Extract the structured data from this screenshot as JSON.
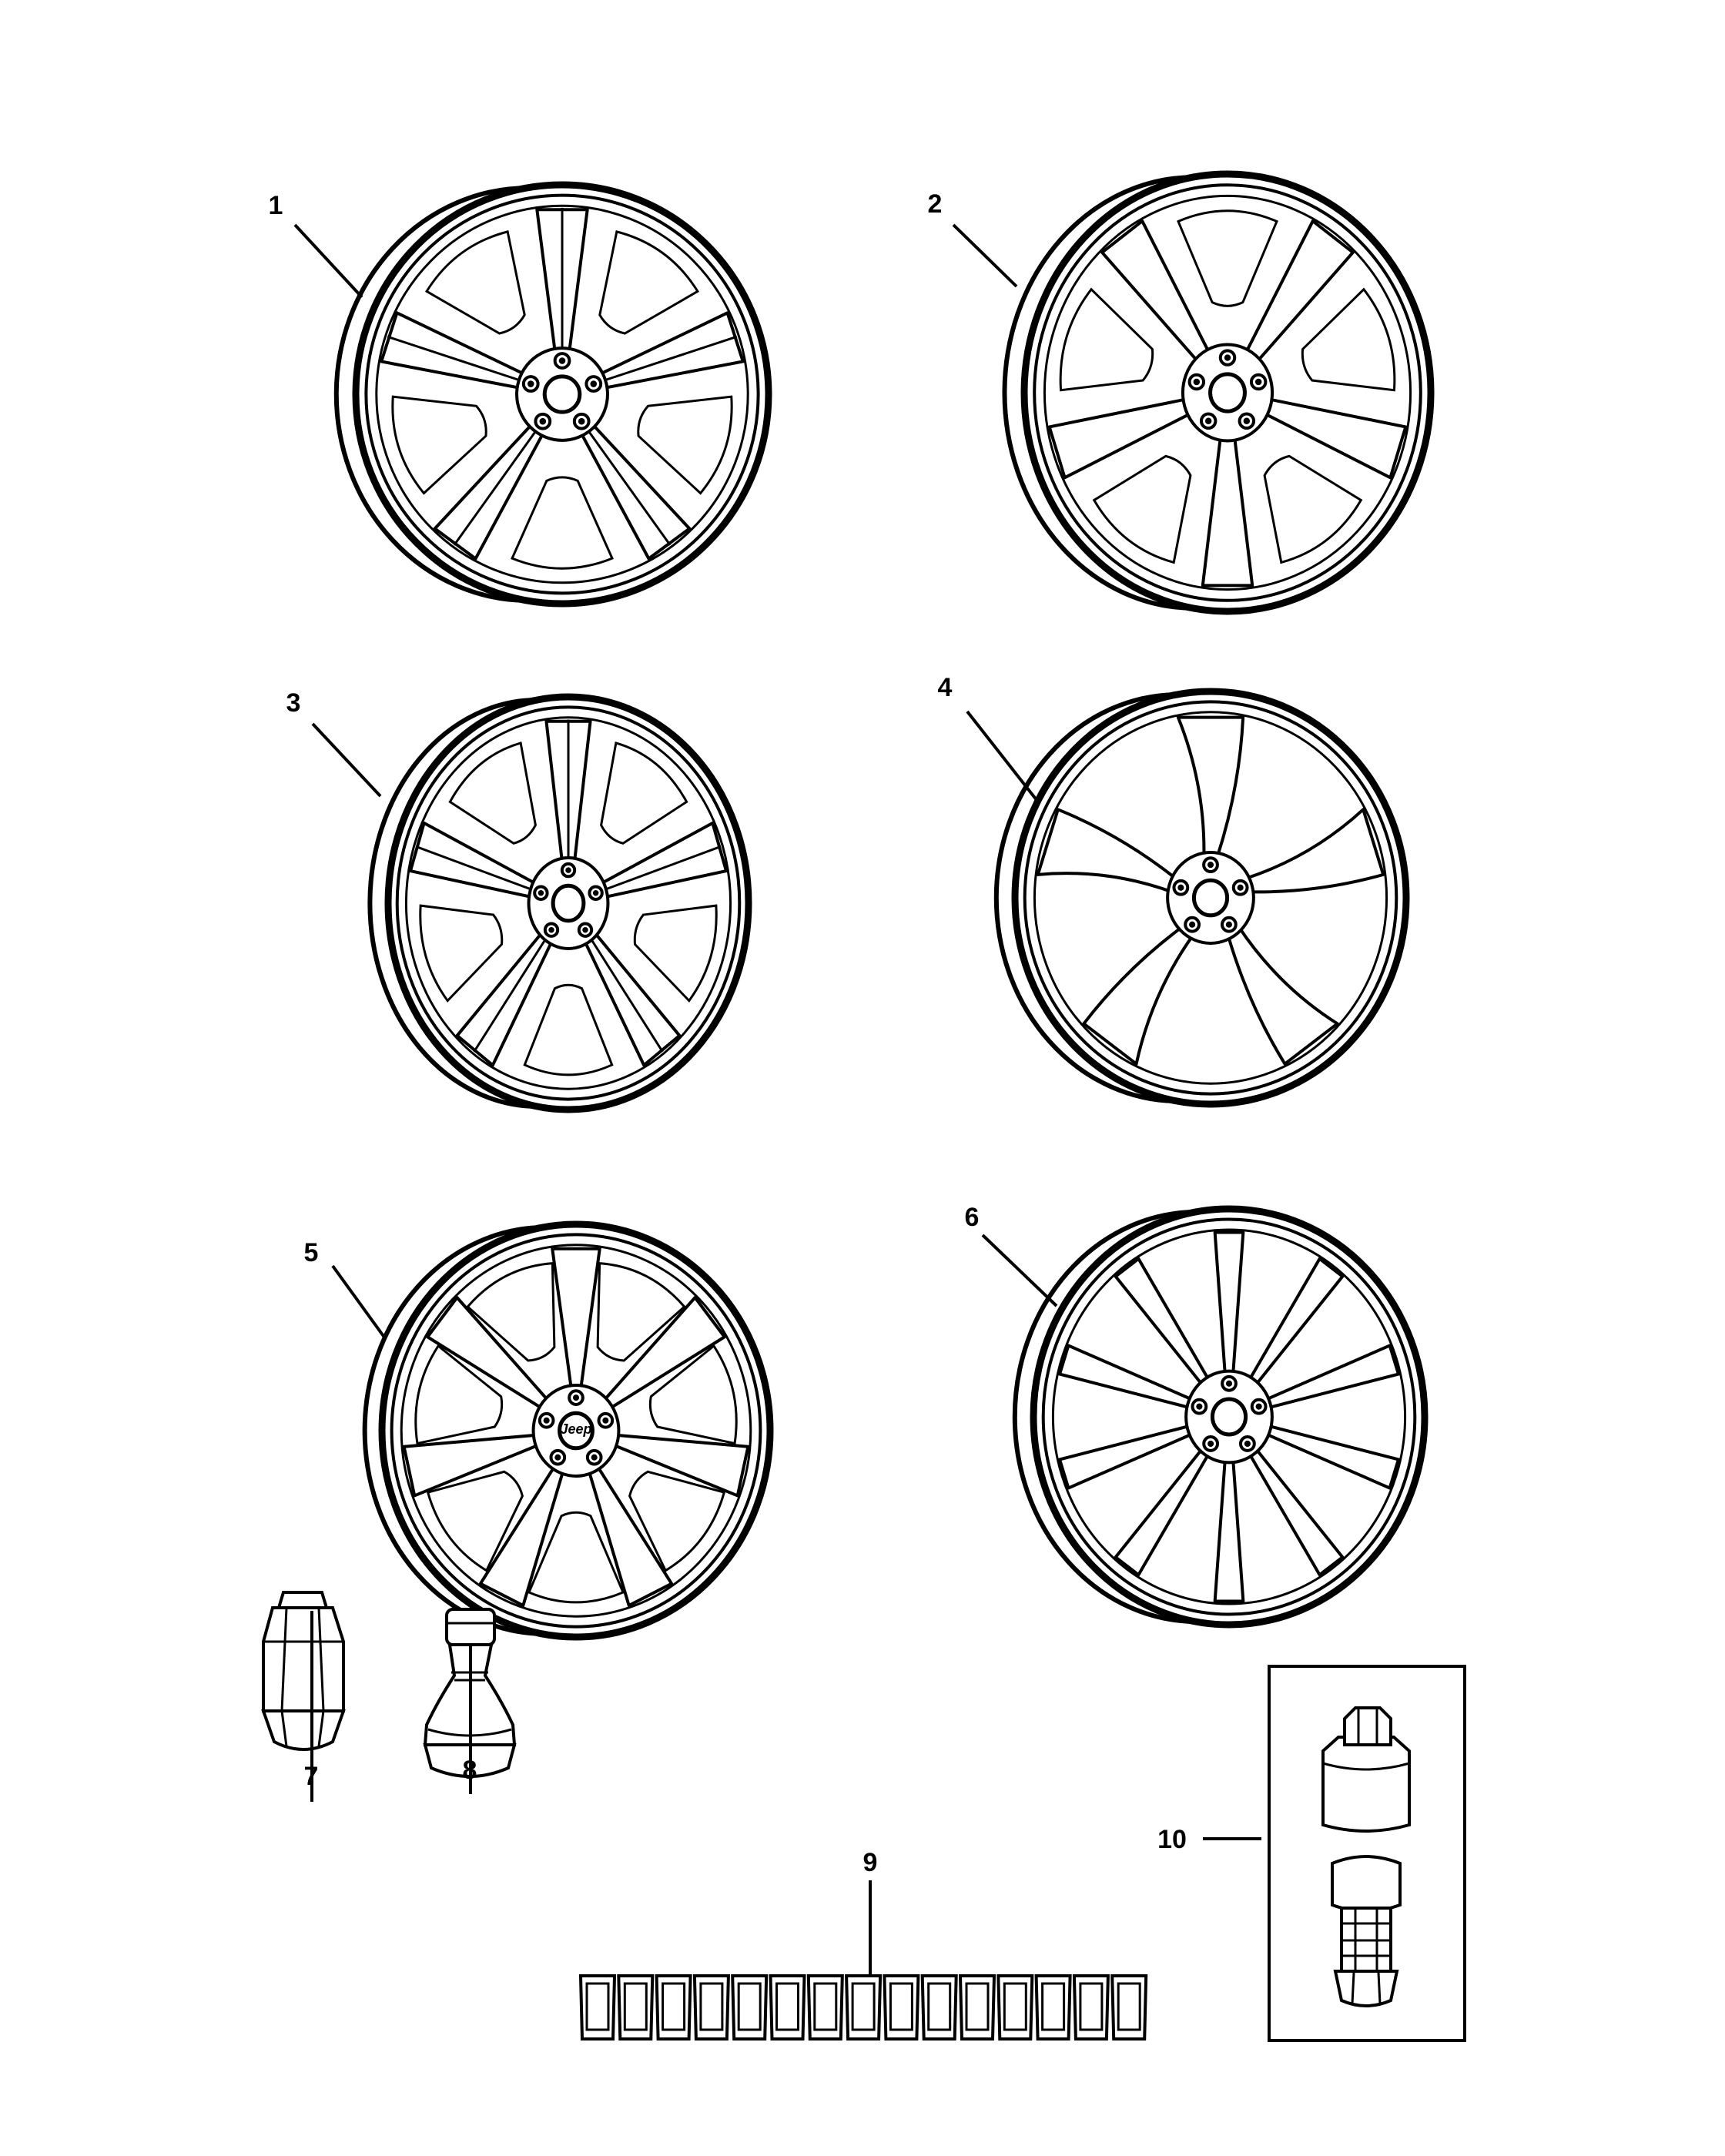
{
  "diagram": {
    "callouts": [
      {
        "id": "1",
        "label": "1",
        "part": "wheel-1"
      },
      {
        "id": "2",
        "label": "2",
        "part": "wheel-2"
      },
      {
        "id": "3",
        "label": "3",
        "part": "wheel-3"
      },
      {
        "id": "4",
        "label": "4",
        "part": "wheel-4"
      },
      {
        "id": "5",
        "label": "5",
        "part": "wheel-5"
      },
      {
        "id": "6",
        "label": "6",
        "part": "wheel-6"
      },
      {
        "id": "7",
        "label": "7",
        "part": "lug-nut"
      },
      {
        "id": "8",
        "label": "8",
        "part": "valve-stem"
      },
      {
        "id": "9",
        "label": "9",
        "part": "balance-weights"
      },
      {
        "id": "10",
        "label": "10",
        "part": "tpms-sensor-kit"
      }
    ],
    "wheel5_logo_text": "Jeep",
    "wheels": [
      {
        "id": "1",
        "spokes": 5,
        "lugs": 5
      },
      {
        "id": "2",
        "spokes": 5,
        "lugs": 5
      },
      {
        "id": "3",
        "spokes": 5,
        "lugs": 5
      },
      {
        "id": "4",
        "spokes": 5,
        "lugs": 5
      },
      {
        "id": "5",
        "spokes": 7,
        "lugs": 5
      },
      {
        "id": "6",
        "spokes": 10,
        "lugs": 5
      }
    ],
    "weights_count": 15,
    "colors": {
      "line": "#000000",
      "background": "#ffffff"
    }
  }
}
